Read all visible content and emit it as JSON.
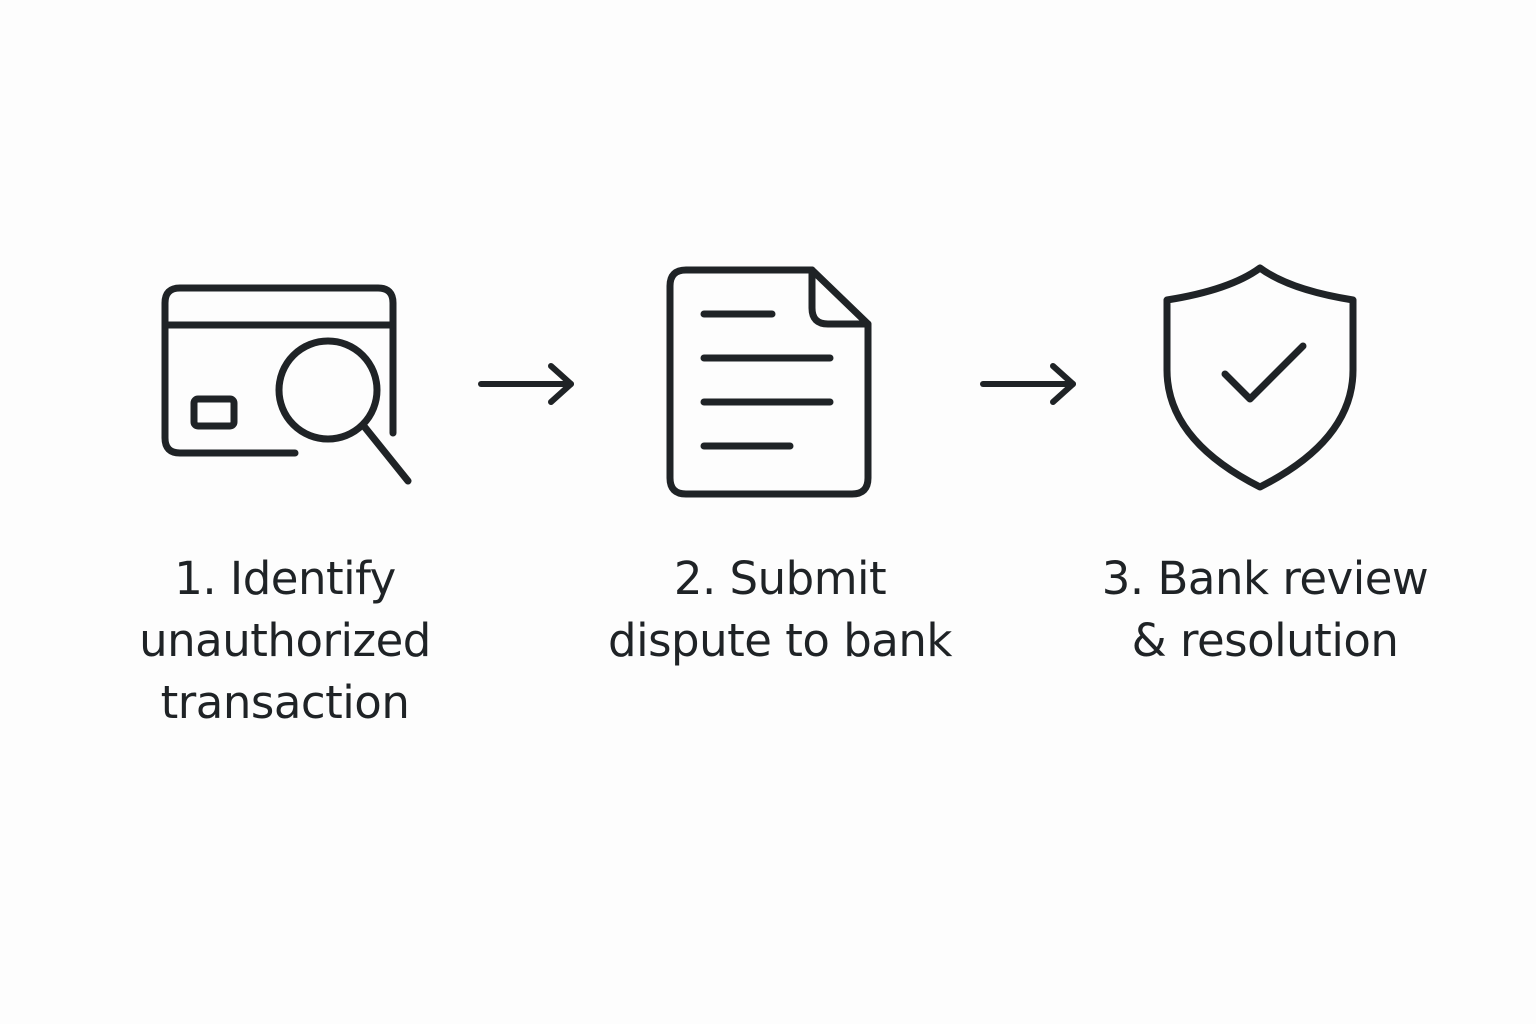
{
  "colors": {
    "background": "#fdfdfd",
    "stroke": "#1f2326"
  },
  "steps": [
    {
      "icon": "credit-card-search-icon",
      "label_lines": [
        "1. Identify",
        "unauthorized",
        "transaction"
      ]
    },
    {
      "icon": "document-icon",
      "label_lines": [
        "2. Submit",
        "dispute to bank"
      ]
    },
    {
      "icon": "shield-check-icon",
      "label_lines": [
        "3. Bank review",
        "& resolution"
      ]
    }
  ],
  "connectors": [
    "arrow-right-icon",
    "arrow-right-icon"
  ]
}
